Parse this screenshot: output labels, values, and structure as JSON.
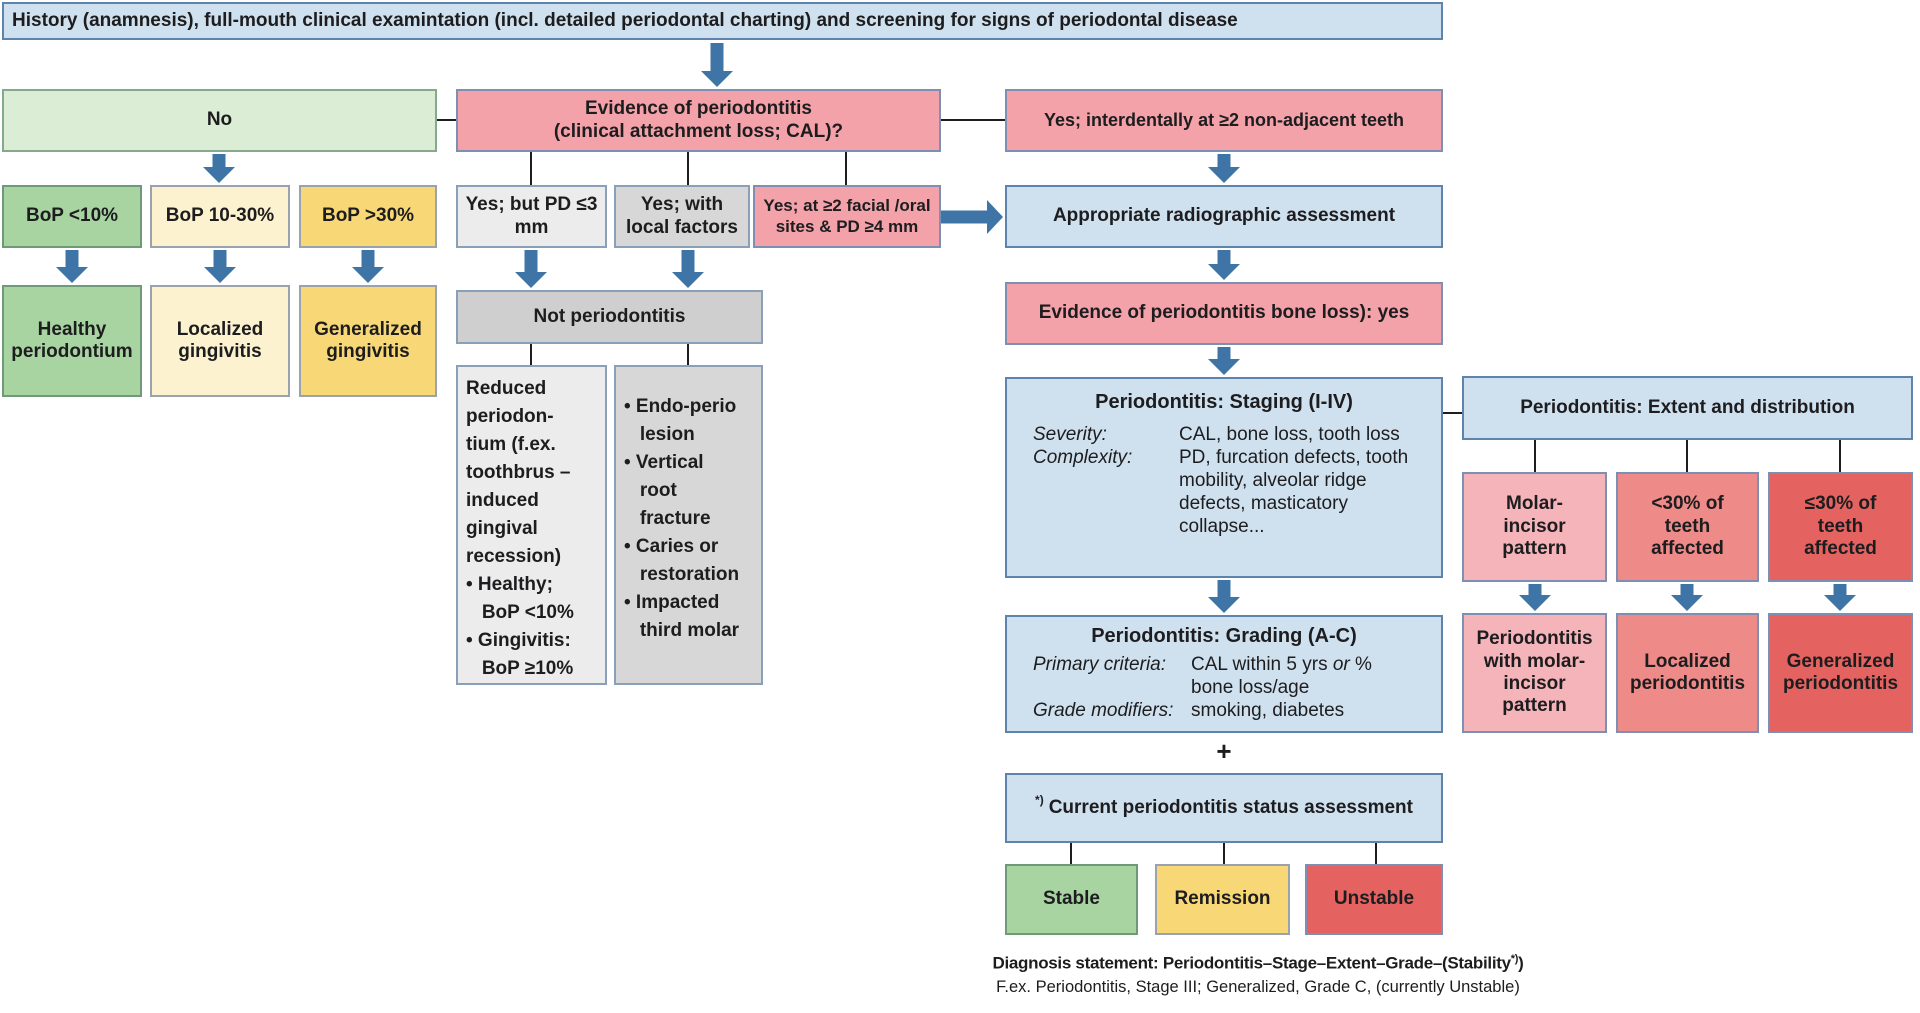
{
  "palette": {
    "blue_box": "#cfe0ee",
    "pink_box": "#f2a2a8",
    "pink_light_box": "#f5b4b9",
    "salmon_box": "#ee8a88",
    "red_box": "#e4625f",
    "pale_green_box": "#dcedd6",
    "green_box": "#a8d4a2",
    "cream_box": "#fcf2cf",
    "yellow_box": "#f8d876",
    "grey_box": "#d7d7d7",
    "arrow": "#3f75a6"
  },
  "header": {
    "text": "History (anamnesis), full-mouth clinical examintation (incl. detailed periodontal charting) and screening for signs of periodontal disease"
  },
  "screening": {
    "no_label": "No",
    "bop_low": "BoP <10%",
    "bop_mid": "BoP 10-30%",
    "bop_high": "BoP >30%",
    "healthy": "Healthy periodontium",
    "localized_gingivitis": "Localized gingivitis",
    "generalized_gingivitis": "Generalized gingivitis"
  },
  "cal": {
    "question_line1": "Evidence of periodontitis",
    "question_line2": "(clinical attachment loss; CAL)?",
    "pd_le3": "Yes; but PD ≤3 mm",
    "local_factors": "Yes; with local factors",
    "facial_oral": "Yes; at ≥2 facial /oral sites & PD ≥4 mm",
    "not_periodontitis": "Not periodontitis",
    "reduced_periodontium": "Reduced\nperiodon-\ntium (f.ex.\ntoothbrus –\ninduced\ngingival\nrecession)\n• Healthy;\n   BoP <10%\n• Gingivitis:\n   BoP ≥10%",
    "other_causes": "• Endo-perio\n   lesion\n• Vertical\n   root\n   fracture\n• Caries or\n   restoration\n• Impacted\n   third molar"
  },
  "periodontitis": {
    "interdental": "Yes; interdentally at ≥2 non-adjacent teeth",
    "radiographic": "Appropriate radiographic assessment",
    "bone_loss": "Evidence of periodontitis bone loss): yes",
    "staging": {
      "title": "Periodontitis: Staging (I-IV)",
      "severity_label": "Severity:",
      "severity_value": "CAL, bone loss, tooth loss",
      "complexity_label": "Complexity:",
      "complexity_value": "PD, furcation defects, tooth\nmobility, alveolar ridge\ndefects, masticatory\ncollapse..."
    },
    "grading": {
      "title": "Periodontitis: Grading (A-C)",
      "primary_label": "Primary criteria:",
      "primary_value_pre": "CAL within 5 yrs",
      "primary_value_italic": " or ",
      "primary_value_post": "%\nbone loss/age",
      "modifiers_label": "Grade modifiers:",
      "modifiers_value": "smoking, diabetes"
    },
    "plus": "+",
    "status": {
      "marker": "*)",
      "title": "Current periodontitis status assessment",
      "stable": "Stable",
      "remission": "Remission",
      "unstable": "Unstable"
    }
  },
  "extent": {
    "title": "Periodontitis: Extent and distribution",
    "molar_incisor": "Molar-\nincisor\npattern",
    "under_30": "<30% of\nteeth\naffected",
    "over_30": "≤30% of\nteeth\naffected",
    "molar_result": "Periodontitis\nwith molar-\nincisor\npattern",
    "localized_result": "Localized\nperiodontitis",
    "generalized_result": "Generalized\nperiodontitis"
  },
  "diagnosis": {
    "line1_pre": "Diagnosis statement: Periodontitis–Stage–Extent–Grade–(Stability",
    "line1_sup": "*)",
    "line1_post": ")",
    "line2": "F.ex. Periodontitis, Stage III; Generalized, Grade C, (currently Unstable)"
  }
}
